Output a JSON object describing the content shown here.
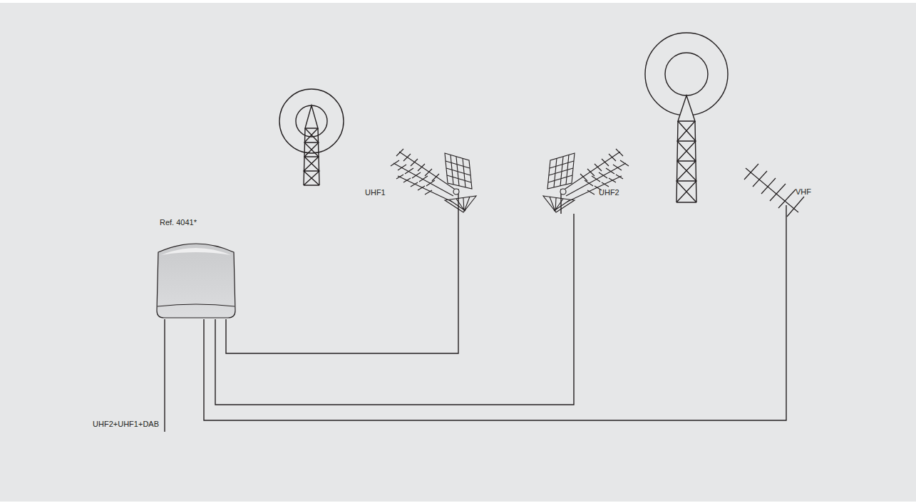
{
  "diagram": {
    "nodes": [
      {
        "text": [
          "Ref. 4041*"
        ]
      },
      {
        "text": [
          "UHF1"
        ]
      },
      {
        "text": [
          "UHF2"
        ]
      },
      {
        "text": [
          "VHF"
        ]
      }
    ],
    "edges": [
      {
        "from": 0,
        "to": 1,
        "arrow": "none"
      },
      {
        "from": 0,
        "to": 2,
        "arrow": "none"
      },
      {
        "from": 0,
        "to": 3,
        "arrow": "none"
      }
    ],
    "labels": [
      "UHF2+UHF1+DAB"
    ]
  }
}
